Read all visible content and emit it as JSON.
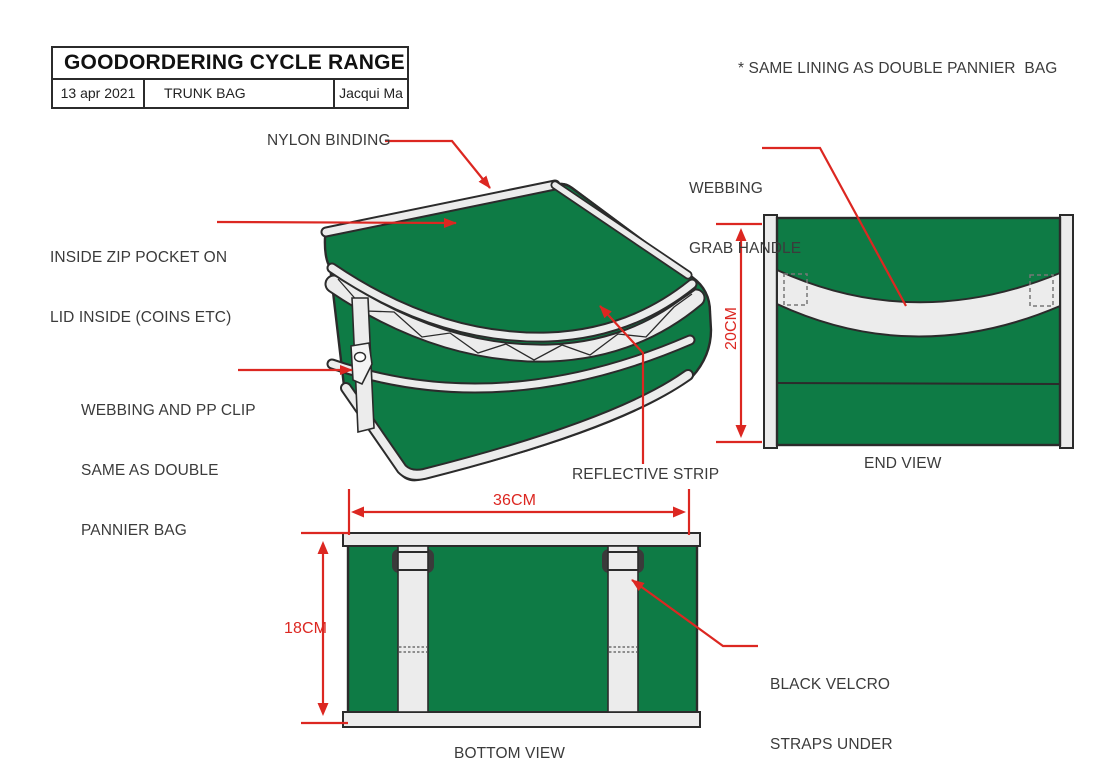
{
  "title_block": {
    "title": "GOODORDERING CYCLE RANGE",
    "date": "13 apr 2021",
    "product": "TRUNK BAG",
    "author": "Jacqui Ma"
  },
  "note": "* SAME LINING AS DOUBLE PANNIER  BAG",
  "annotations": {
    "nylon_binding": "NYLON BINDING",
    "zip_pocket_line1": "INSIDE ZIP POCKET ON",
    "zip_pocket_line2": "LID INSIDE (COINS ETC)",
    "webbing_clip_line1": "WEBBING AND PP CLIP",
    "webbing_clip_line2": "SAME AS DOUBLE",
    "webbing_clip_line3": "PANNIER BAG",
    "reflective_strip": "REFLECTIVE STRIP",
    "grab_handle_line1": "WEBBING",
    "grab_handle_line2": "GRAB HANDLE",
    "velcro_line1": "BLACK VELCRO",
    "velcro_line2": "STRAPS UNDER"
  },
  "captions": {
    "end_view": "END VIEW",
    "bottom_view": "BOTTOM VIEW"
  },
  "dimensions": {
    "bag_width": "36CM",
    "bag_depth": "18CM",
    "bag_height": "20CM"
  },
  "colors": {
    "bag_green": "#0E7B45",
    "annotation_red": "#DC2721",
    "outline": "#2B2B2B",
    "binding": "#ECECEC"
  }
}
